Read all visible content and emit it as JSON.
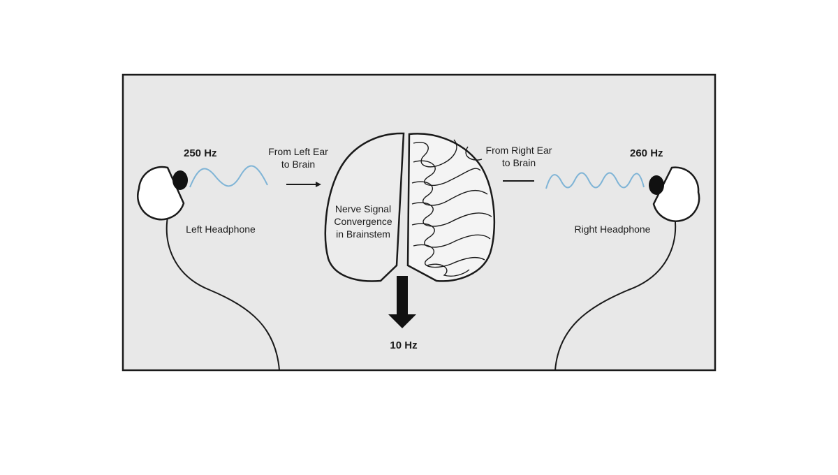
{
  "left": {
    "frequency": "250 Hz",
    "headphone_label": "Left Headphone",
    "path_label_line1": "From Left Ear",
    "path_label_line2": "to Brain"
  },
  "right": {
    "frequency": "260 Hz",
    "headphone_label": "Right Headphone",
    "path_label_line1": "From Right Ear",
    "path_label_line2": "to Brain"
  },
  "brain": {
    "label_line1": "Nerve Signal",
    "label_line2": "Convergence",
    "label_line3": "in Brainstem"
  },
  "result": {
    "frequency": "10 Hz"
  },
  "colors": {
    "panel_background": "#e8e8e8",
    "wave": "#7fb4d6",
    "stroke": "#1a1a1a"
  }
}
